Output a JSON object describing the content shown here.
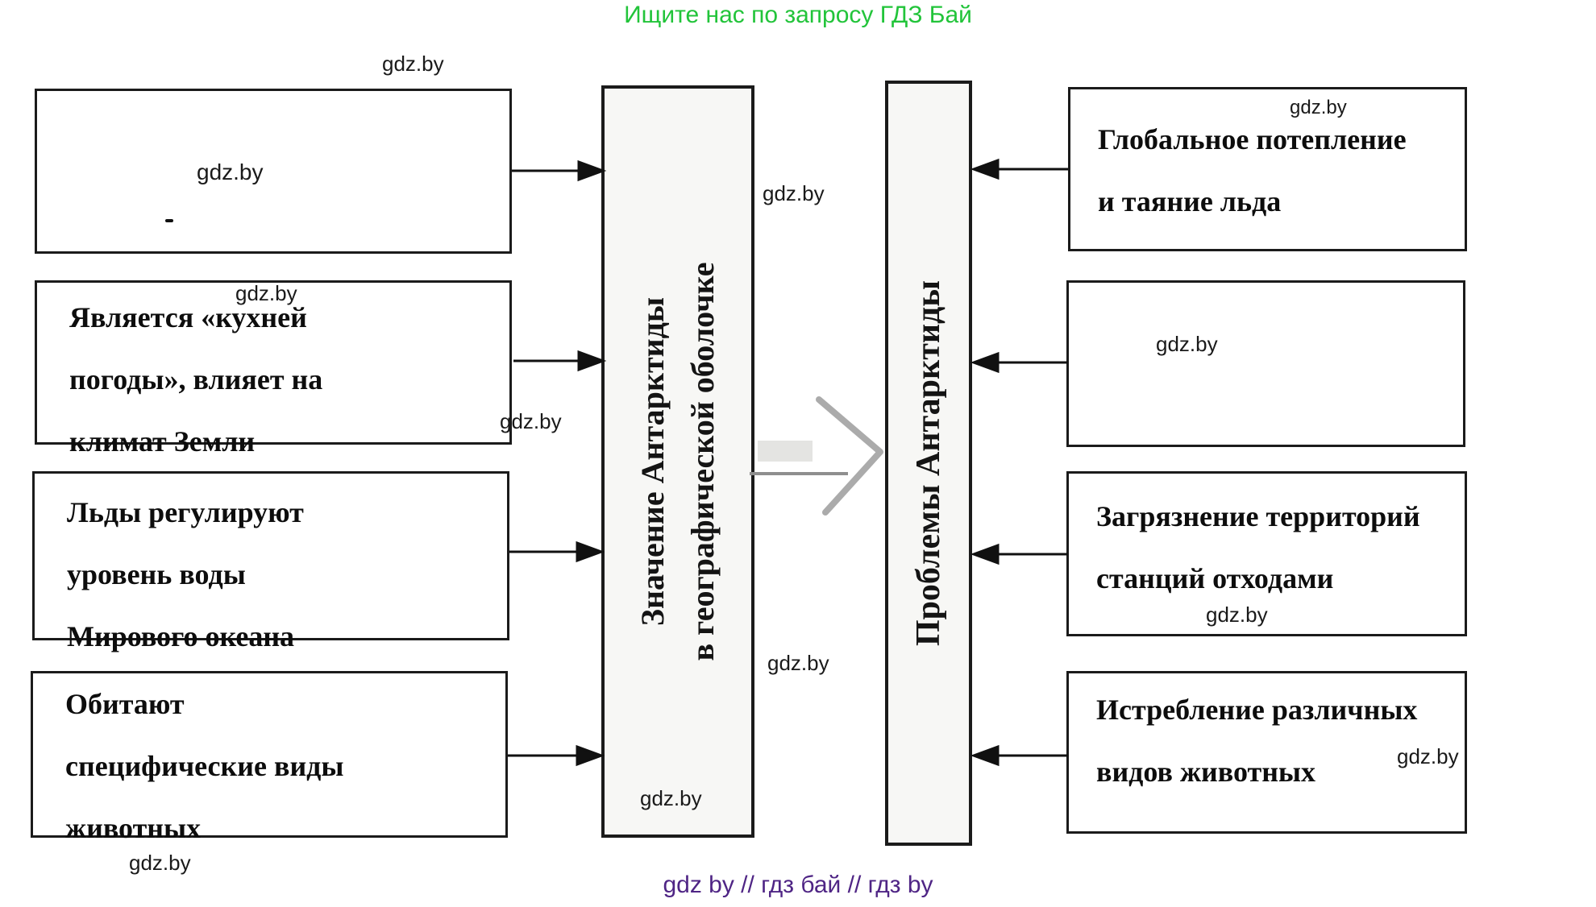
{
  "header": {
    "text": "Ищите нас по запросу ГДЗ Бай",
    "color": "#22c43a"
  },
  "footer": {
    "text": "gdz by  //  гдз бай  //  гдз by",
    "color": "#4f2585"
  },
  "watermark": {
    "text": "gdz.by"
  },
  "diagram": {
    "left_column_title_lines": [
      "Значение Антарктиды",
      "в географической оболочке"
    ],
    "right_column_title": "Проблемы Антарктиды",
    "left_boxes": [
      {
        "lines": [
          "",
          "",
          ""
        ]
      },
      {
        "lines": [
          "Является «кухней",
          "погоды», влияет на",
          "климат Земли"
        ]
      },
      {
        "lines": [
          "Льды регулируют",
          "уровень воды",
          "Мирового океана"
        ]
      },
      {
        "lines": [
          "Обитают",
          "специфические виды",
          "животных"
        ]
      }
    ],
    "right_boxes": [
      {
        "lines": [
          "Глобальное потепление",
          "и таяние льда"
        ]
      },
      {
        "lines": []
      },
      {
        "lines": [
          "Загрязнение территорий",
          "станций отходами"
        ]
      },
      {
        "lines": [
          "Истребление различных",
          "видов животных"
        ]
      }
    ],
    "colors": {
      "box_border": "#1b1b1b",
      "arrow_black": "#111111",
      "arrow_gray": "#aaaaaa"
    }
  }
}
